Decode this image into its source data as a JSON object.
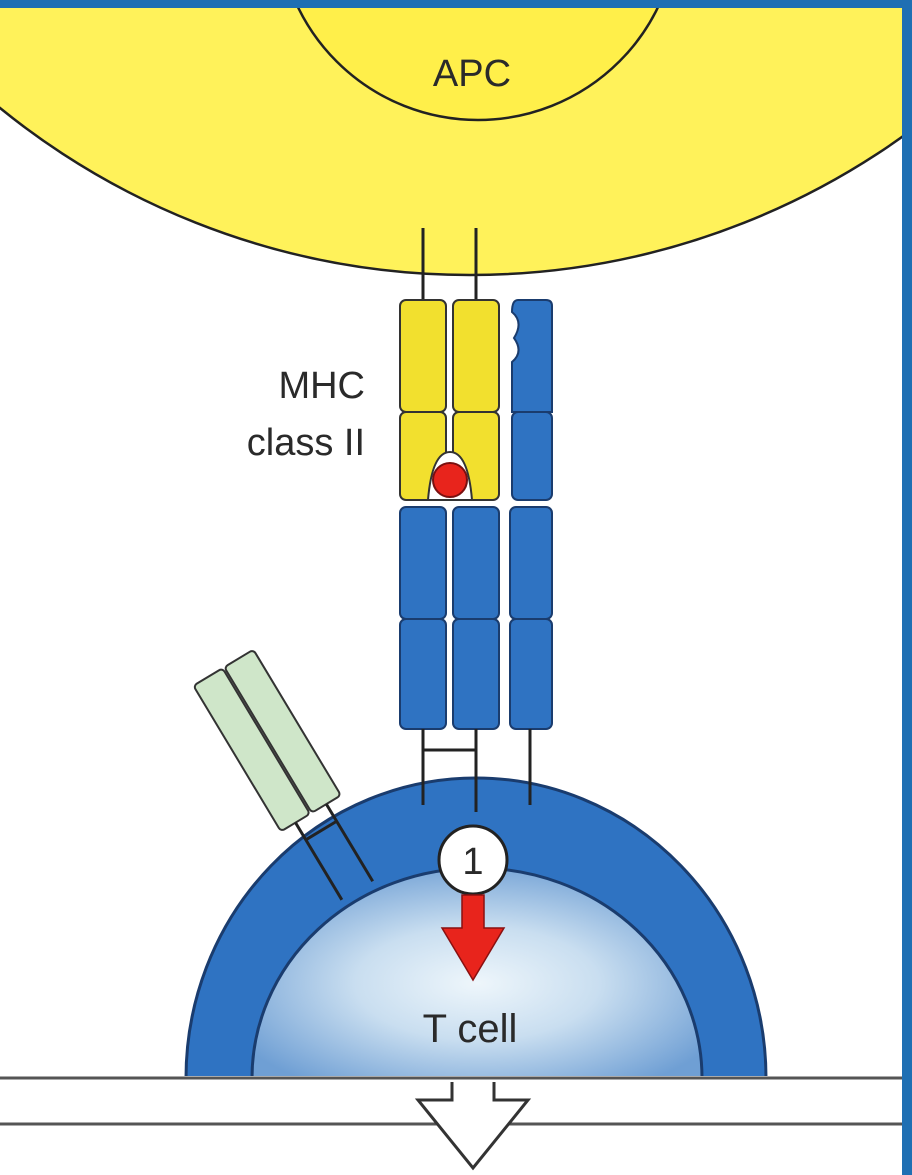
{
  "labels": {
    "apc": "APC",
    "mhc_line1": "MHC",
    "mhc_line2": "class II",
    "step_number": "1",
    "t_cell": "T cell"
  },
  "colors": {
    "apc_outer": "#fff25a",
    "apc_inner": "#ffef4a",
    "mhc_yellow": "#f2e02e",
    "receptor_blue": "#2f73c2",
    "t_cell_outer": "#2f73c2",
    "peptide_red": "#e8241c",
    "coreceptor_green": "#cfe6c9",
    "frame_blue": "#1f6fb3"
  }
}
